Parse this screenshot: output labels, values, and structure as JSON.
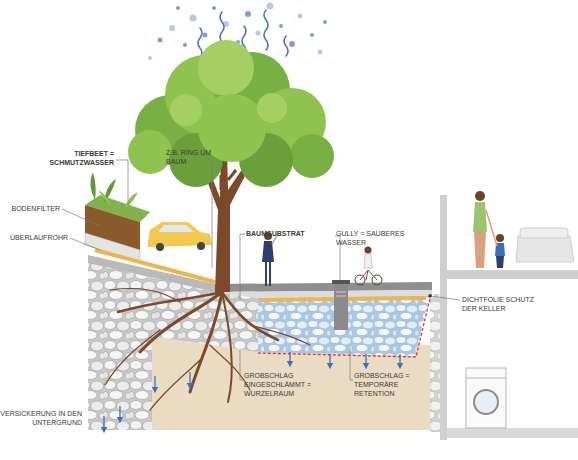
{
  "diagram": {
    "labels": [
      "TIEFBEET = SCHMUTZWASSER",
      "Z.B. RING UM BAUM",
      "BODENFILTER",
      "ÜBERLAUFROHR",
      "BAUMSUBSTRAT",
      "GULLY = SAUBERES WASSER",
      "DICHTFOLIE SCHUTZ DER KELLER",
      "GROBSCHLAG EINGESCHLÄMMT = WURZELRAUM",
      "GROBSCHLAG = TEMPORÄRE RETENTION",
      "VERSICKERUNG IN DEN UNTERGRUND"
    ]
  }
}
